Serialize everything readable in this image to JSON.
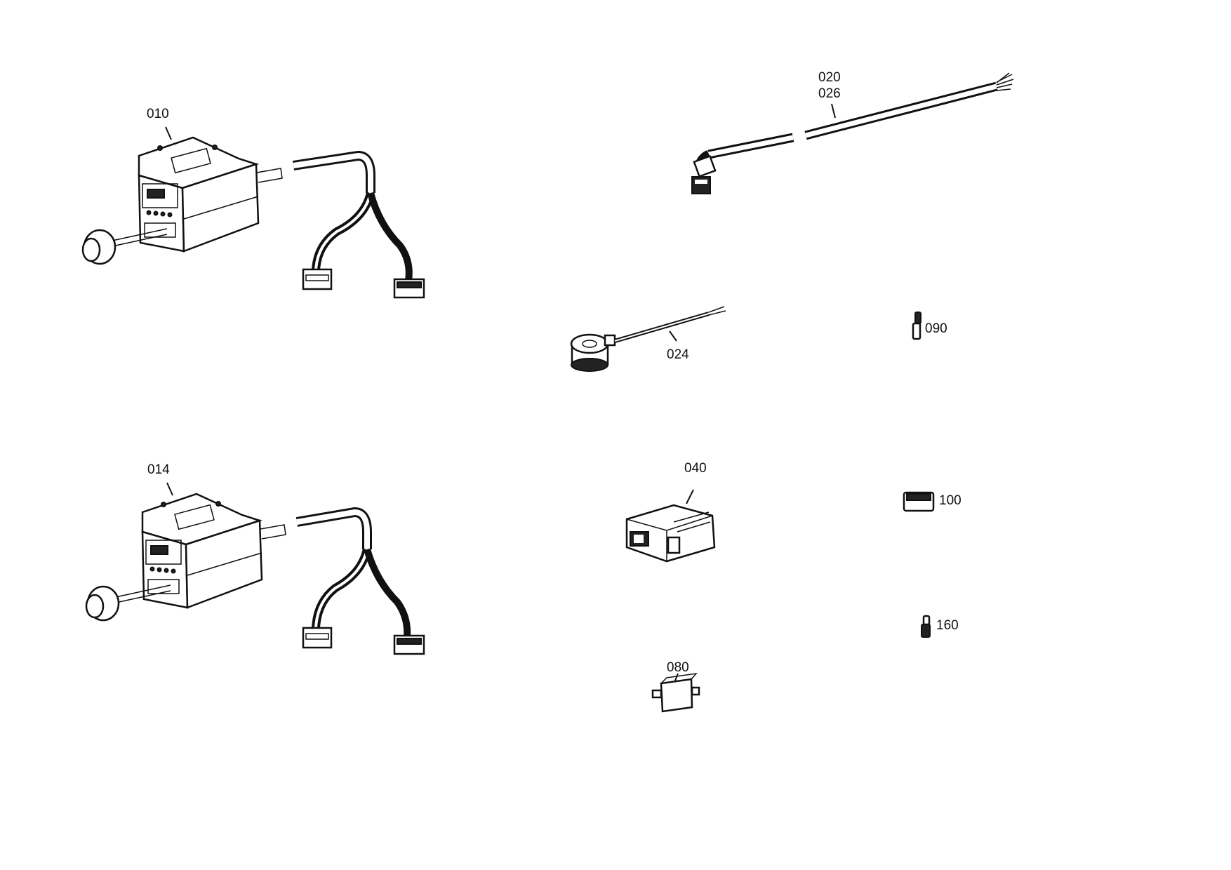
{
  "parts": {
    "p010": "010",
    "p014": "014",
    "p020": "020",
    "p026": "026",
    "p024": "024",
    "p090": "090",
    "p040": "040",
    "p100": "100",
    "p160": "160",
    "p080": "080"
  }
}
